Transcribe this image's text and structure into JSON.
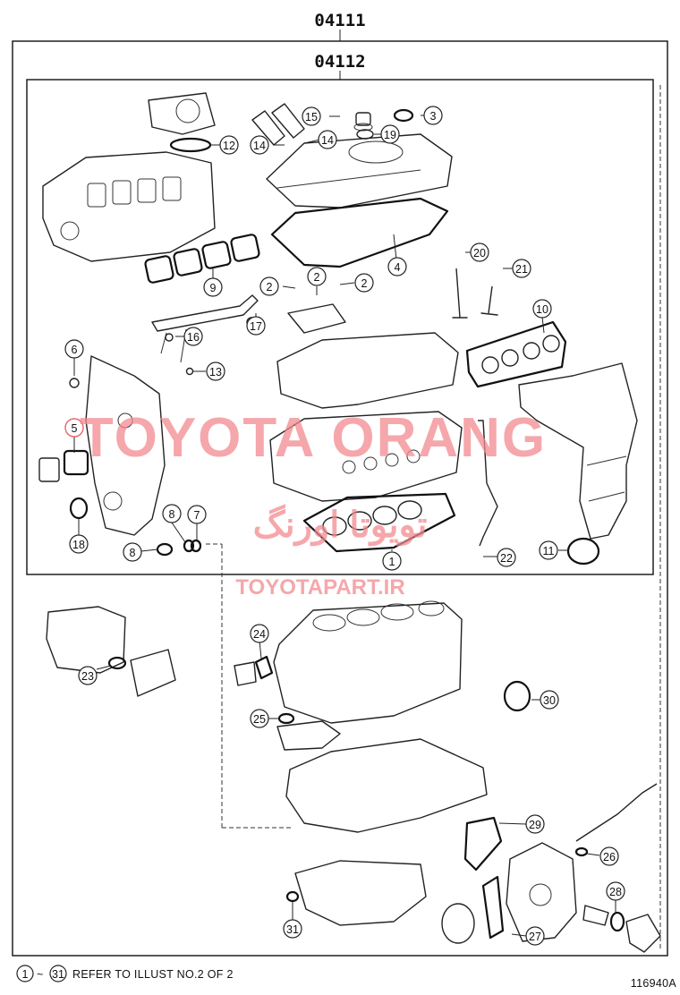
{
  "diagram": {
    "outer_code": "04111",
    "inner_code": "04112",
    "figure_number": "116940A",
    "footer": {
      "range_start": "1",
      "range_sep": "~",
      "range_end": "31",
      "note": "REFER TO ILLUST NO.2 OF 2"
    },
    "watermark": {
      "main": "TOYOTA ORANG",
      "persian": "تویوتا اورنگ",
      "site": "TOYOTAPART.IR",
      "color": "#f28a8f"
    },
    "callouts": [
      "1",
      "2",
      "2",
      "2",
      "3",
      "4",
      "5",
      "6",
      "7",
      "8",
      "8",
      "9",
      "10",
      "11",
      "12",
      "13",
      "14",
      "14",
      "15",
      "16",
      "17",
      "18",
      "19",
      "20",
      "21",
      "22",
      "23",
      "24",
      "25",
      "26",
      "27",
      "28",
      "29",
      "30",
      "31"
    ]
  }
}
